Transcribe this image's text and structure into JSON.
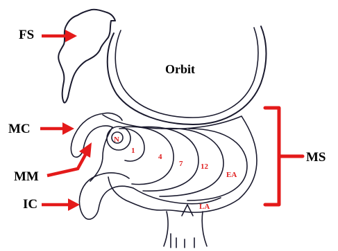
{
  "labels": {
    "fs": "FS",
    "orbit": "Orbit",
    "mc": "MC",
    "mm": "MM",
    "ic": "IC",
    "ms": "MS",
    "n": "N",
    "c1": "1",
    "c4": "4",
    "c7": "7",
    "c12": "12",
    "ea": "EA",
    "la": "LA"
  },
  "colors": {
    "outline": "#1a1a2e",
    "accent": "#e41a1a",
    "label_dark": "#000000"
  }
}
